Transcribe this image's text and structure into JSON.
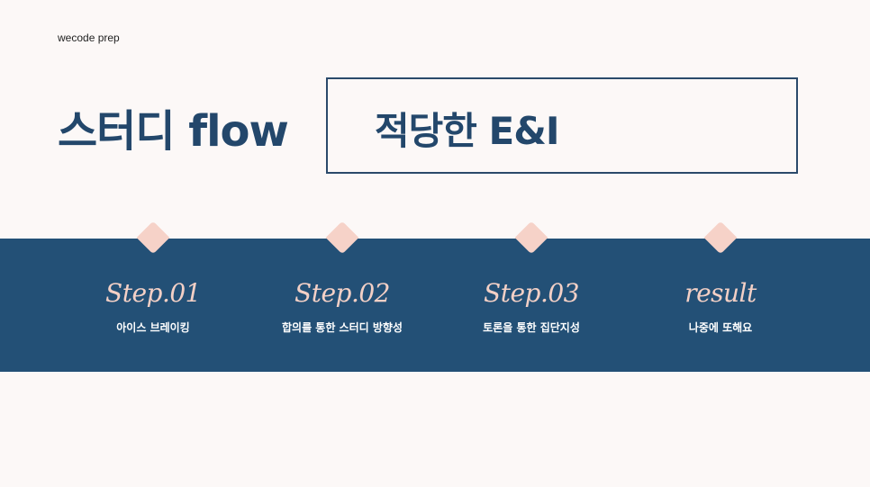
{
  "header": {
    "brand": "wecode prep"
  },
  "slide": {
    "title": "스터디 flow",
    "subtitle": "적당한 E&I"
  },
  "steps": [
    {
      "title": "Step.01",
      "desc": "아이스 브레이킹"
    },
    {
      "title": "Step.02",
      "desc": "합의를 통한 스터디 방향성"
    },
    {
      "title": "Step.03",
      "desc": "토론을 통한 집단지성"
    },
    {
      "title": "result",
      "desc": "나중에 또해요"
    }
  ],
  "colors": {
    "background": "#fcf8f7",
    "navy": "#235076",
    "accent_pink": "#f6d2c8"
  }
}
